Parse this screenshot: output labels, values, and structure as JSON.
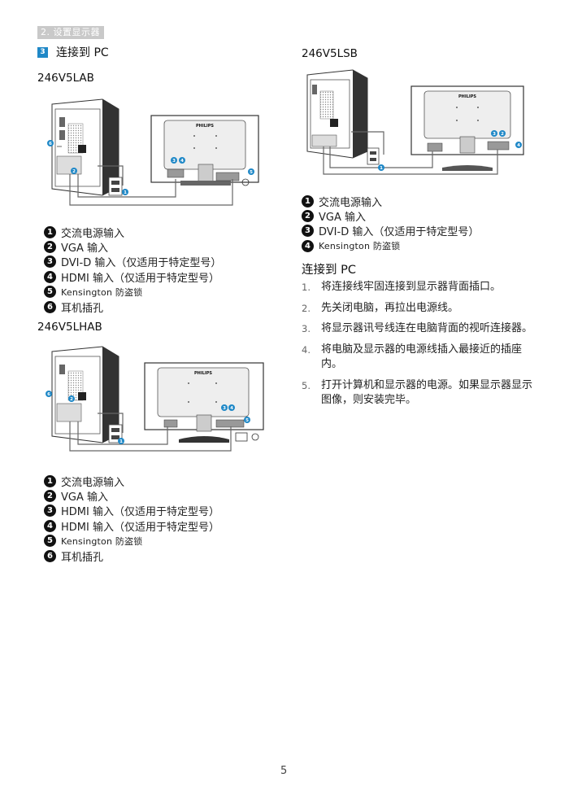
{
  "header": {
    "tab": "2. 设置显示器",
    "section_number": "3",
    "section_title": "连接到 PC"
  },
  "models": {
    "lab": {
      "name": "246V5LAB",
      "brand": "PHILIPS",
      "callouts": [
        "1",
        "2",
        "3",
        "4",
        "5",
        "6"
      ],
      "legend": [
        {
          "num": "1",
          "text": "交流电源输入"
        },
        {
          "num": "2",
          "text": "VGA 输入"
        },
        {
          "num": "3",
          "text": "DVI-D 输入（仅适用于特定型号）"
        },
        {
          "num": "4",
          "text": "HDMI 输入（仅适用于特定型号）"
        },
        {
          "num": "5",
          "text": "Kensington 防盗锁"
        },
        {
          "num": "6",
          "text": "耳机插孔"
        }
      ]
    },
    "lhab": {
      "name": "246V5LHAB",
      "brand": "PHILIPS",
      "callouts": [
        "1",
        "2",
        "3",
        "4",
        "5",
        "6"
      ],
      "legend": [
        {
          "num": "1",
          "text": "交流电源输入"
        },
        {
          "num": "2",
          "text": "VGA 输入"
        },
        {
          "num": "3",
          "text": "HDMI 输入（仅适用于特定型号）"
        },
        {
          "num": "4",
          "text": "HDMI 输入（仅适用于特定型号）"
        },
        {
          "num": "5",
          "text": "Kensington 防盗锁"
        },
        {
          "num": "6",
          "text": "耳机插孔"
        }
      ]
    },
    "lsb": {
      "name": "246V5LSB",
      "brand": "PHILIPS",
      "callouts": [
        "1",
        "2",
        "3",
        "4"
      ],
      "legend": [
        {
          "num": "1",
          "text": "交流电源输入"
        },
        {
          "num": "2",
          "text": "VGA 输入"
        },
        {
          "num": "3",
          "text": "DVI-D 输入（仅适用于特定型号）"
        },
        {
          "num": "4",
          "text": "Kensington 防盗锁"
        }
      ]
    }
  },
  "connect": {
    "title": "连接到 PC",
    "steps": [
      {
        "num": "1.",
        "text": "将连接线牢固连接到显示器背面插口。"
      },
      {
        "num": "2.",
        "text": "先关闭电脑，再拉出电源线。"
      },
      {
        "num": "3.",
        "text": "将显示器讯号线连在电脑背面的视听连接器。"
      },
      {
        "num": "4.",
        "text": "将电脑及显示器的电源线插入最接近的插座内。"
      },
      {
        "num": "5.",
        "text": "打开计算机和显示器的电源。如果显示器显示图像，则安装完毕。"
      }
    ]
  },
  "page_number": "5",
  "colors": {
    "accent": "#1f88c7",
    "header_tab": "#c9c9c9"
  }
}
